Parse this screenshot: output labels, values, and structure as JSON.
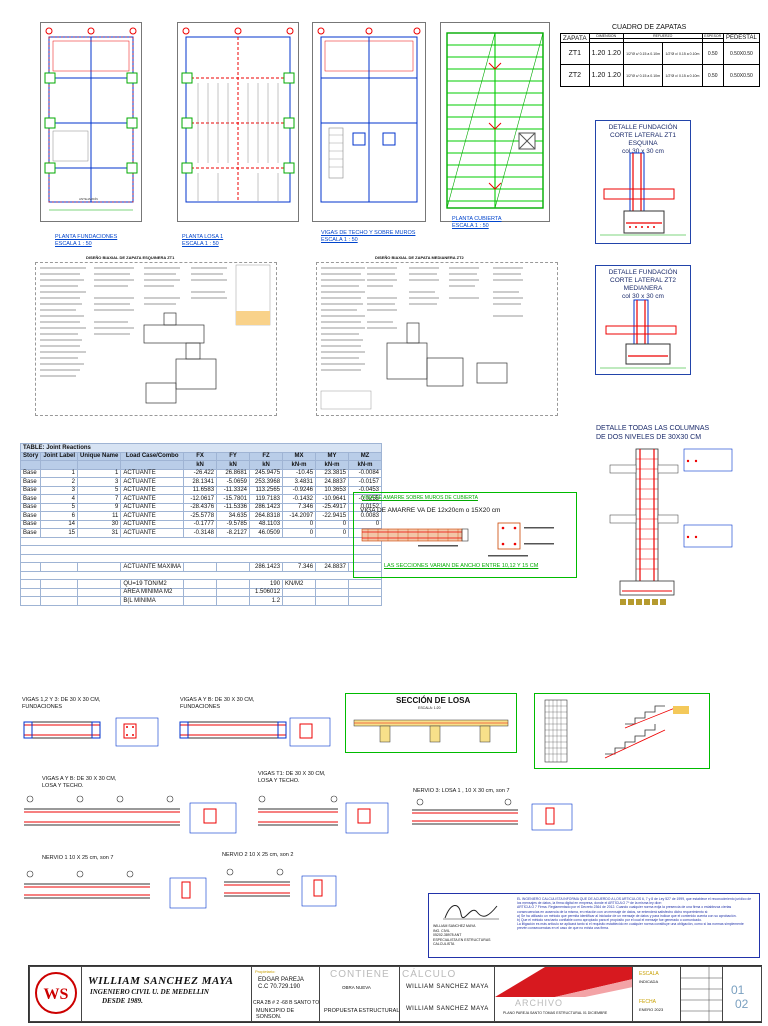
{
  "plans": {
    "fundaciones": {
      "title": "PLANTA FUNDACIONES",
      "scale": "ESCALA 1 : 50",
      "note": "ANTEJARDÍN"
    },
    "losa1": {
      "title": "PLANTA LOSA 1",
      "scale": "ESCALA 1 : 50"
    },
    "techo": {
      "title": "VIGAS DE TECHO Y SOBRE MUROS",
      "scale": "ESCALA 1 : 50"
    },
    "cubierta": {
      "title": "PLANTA  CUBIERTA",
      "scale": "ESCALA 1 : 50"
    }
  },
  "cuadro_zapatas": {
    "title": "CUADRO DE ZAPATAS",
    "headers": [
      "ZAPATA",
      "DIMENSION",
      "REFUERZO",
      "ESPESOR",
      "PEDESTAL"
    ],
    "rows": [
      {
        "zapata": "ZT1",
        "a": "1.20",
        "b": "1.20",
        "refuerzo1": "1/2\"Ø c/ 0.15 a 0.10m",
        "refuerzo2": "1/2\"Ø c/ 0.15 a 0.10m",
        "espesor": "0.50",
        "pedestal": "0.50X0.50"
      },
      {
        "zapata": "ZT2",
        "a": "1.20",
        "b": "1.20",
        "refuerzo1": "1/2\"Ø c/ 0.15 a 0.10m",
        "refuerzo2": "1/2\"Ø c/ 0.15 a 0.10m",
        "espesor": "0.50",
        "pedestal": "0.50X0.50"
      }
    ]
  },
  "detalles": {
    "zt1": {
      "line1": "DETALLE FUNDACIÓN",
      "line2": "CORTE LATERAL ZT1 ESQUINA",
      "line3": "col 30 x 30 cm"
    },
    "zt2": {
      "line1": "DETALLE FUNDACIÓN",
      "line2": "CORTE LATERAL ZT2 MEDIANERA",
      "line3": "col 30 x 30 cm"
    },
    "columnas": {
      "line1": "DETALLE TODAS LAS COLUMNAS",
      "line2": "DE DOS NIVELES DE 30X30 CM"
    }
  },
  "calc_sheets": {
    "zt1": {
      "title": "DISEÑO BIAXIAL DE ZAPATA ESQUINERA  ZT1"
    },
    "zt2": {
      "title": "DISEÑO BIAXIAL DE ZAPATA MEDIANERA  ZT2"
    }
  },
  "joint_reactions": {
    "title": "TABLE:  Joint Reactions",
    "headers": [
      "Story",
      "Joint Label",
      "Unique Name",
      "Load Case/Combo",
      "FX",
      "FY",
      "FZ",
      "MX",
      "MY",
      "MZ"
    ],
    "units": [
      "",
      "",
      "",
      "",
      "kN",
      "kN",
      "kN",
      "kN-m",
      "kN-m",
      "kN-m"
    ],
    "rows": [
      [
        "Base",
        "1",
        "1",
        "ACTUANTE",
        "-26.422",
        "26.8681",
        "245.9475",
        "-10.45",
        "23.3815",
        "-0.0084"
      ],
      [
        "Base",
        "2",
        "3",
        "ACTUANTE",
        "28.1341",
        "-5.0659",
        "253.3968",
        "3.4831",
        "24.8837",
        "-0.0157"
      ],
      [
        "Base",
        "3",
        "5",
        "ACTUANTE",
        "11.6583",
        "-11.3324",
        "113.2565",
        "-0.9246",
        "10.3653",
        "-0.0453"
      ],
      [
        "Base",
        "4",
        "7",
        "ACTUANTE",
        "-12.0617",
        "-15.7801",
        "119.7183",
        "-0.1432",
        "-10.9641",
        "-0.0255"
      ],
      [
        "Base",
        "5",
        "9",
        "ACTUANTE",
        "-28.4376",
        "-11.5336",
        "286.1423",
        "7.346",
        "-25.4917",
        "0.0152"
      ],
      [
        "Base",
        "6",
        "11",
        "ACTUANTE",
        "-25.5778",
        "34.635",
        "264.8318",
        "-14.2097",
        "-22.9415",
        "0.0083"
      ],
      [
        "Base",
        "14",
        "30",
        "ACTUANTE",
        "-0.1777",
        "-9.5785",
        "48.1103",
        "0",
        "0",
        "0"
      ],
      [
        "Base",
        "15",
        "31",
        "ACTUANTE",
        "-0.3148",
        "-8.2127",
        "46.0509",
        "0",
        "0",
        "0"
      ]
    ],
    "summary": {
      "maxima_label": "ACTUANTE MAXIMA",
      "maxima_fz": "286.1423",
      "maxima_mx": "7.346",
      "maxima_my": "24.8837",
      "qu_label": "QU=19 TON/M2",
      "qu_value": "190",
      "qu_unit": "KN/M2",
      "area_label": "AREA MINIMA M2",
      "area_value": "1.506012",
      "b_label": "B(L MINIMA",
      "b_value": "1.2"
    }
  },
  "viga_amarre": {
    "header": "VIGA DE AMARRE SOBRE MUROS DE CUBIERTA",
    "title": "VIGA DE AMARRE VA DE 12x20cm o 15X20 cm",
    "footer": "LAS SECCIONES VARIAN DE ANCHO ENTRE 10,12 Y 15 CM"
  },
  "vigas": {
    "v123": {
      "line1": "VIGAS 1,2 Y 3: DE 30 X 30 CM,",
      "line2": "FUNDACIONES"
    },
    "vab_fund": {
      "line1": "VIGAS A Y B: DE 30 X 30 CM,",
      "line2": "FUNDACIONES"
    },
    "vab_losa": {
      "line1": "VIGAS A Y B: DE 30 X 30 CM,",
      "line2": "LOSA Y TECHO."
    },
    "vt1": {
      "line1": "VIGAS T1: DE 30 X 30 CM,",
      "line2": "LOSA Y TECHO."
    },
    "nervio3": {
      "line1": "NERVIO 3: LOSA 1 , 10 X 30 cm, son 7"
    },
    "nervio1": {
      "line1": "NERVIO 1 10 X 25 cm, son 7"
    },
    "nervio2": {
      "line1": "NERVIO 2 10 X 25 cm, son 2"
    }
  },
  "seccion_losa": {
    "title": "SECCIÓN DE LOSA",
    "scale": "ESCALA: 1:20"
  },
  "note_box": {
    "p1": "EL INGENIERO CALCULISTA INFORMA QUE DE ACUERDO A LOS ARTICULOS 6, 7 y 8 de Ley 527 de 1999, que establece el reconocimiento jurídico de los mensajes de datos, la firma digital en empresa, donde el ARTÍCULO 7º de la misma ley dice:",
    "p2": "ARTÍCULO 7 Firma. Reglamentado por el Decreto 2364 de 2012. Cuando cualquier norma exija la presencia de una firma o establezca ciertas consecuencias en ausencia de la misma, en relación con un mensaje de datos, se entenderá satisfecho dicho requerimiento si:",
    "p3": "a) Se ha utilizado un método que permita identificar al iniciador de un mensaje de datos y para indicar que el contenido cuenta con su aprobación.",
    "p4": "b) Que el método sea tanto confiable como apropiado para el propósito por el cual el mensaje fue generado o comunicado.",
    "p5": "La litigación es más artículo se aplicará tanto si el requisito establecido en cualquier norma constituye una obligación, como si las normas simplemente prevén consecuencias en el caso de que no exista una firma.",
    "sig_name": "WILLIAM SANCHEZ MAYA",
    "sig_role": "ING. CIVIL",
    "sig_lic": "05202-38978 ANT",
    "sig_spec": "ESPECIALISTA EN ESTRUCTURAS",
    "sig_cal": "CALCULISTA"
  },
  "title_block": {
    "company_name": "WILLIAM SANCHEZ MAYA",
    "company_sub": "INGENIERO CIVIL U. DE MEDELLIN",
    "company_since": "DESDE 1989.",
    "logo_letters": "WS",
    "propietario_label": "Propietario:",
    "owner_name": "EDGAR PAREJA",
    "owner_cc": "C.C 70.729.190",
    "address": "CRA 2B # 2 -68 B SANTO TOMAS",
    "municipio": "MUNICIPIO DE SONSON.",
    "contiene_label": "CONTIENE",
    "obra": "OBRA NUEVA",
    "propuesta": "PROPUESTA ESTRUCTURAL",
    "calculo_label": "CÁLCULO",
    "calc_name": "WILLIAM SANCHEZ MAYA",
    "dibujo_name": "WILLIAM SANCHEZ MAYA",
    "archivo_label": "ARCHIVO",
    "archivo_text": "PLANO PAREJA SANTO TOMAS ESTRUCTURAL 01 DICIEMBRE",
    "escala_label": "ESCALA",
    "escala_val": "INDICADA",
    "fecha_label": "FECHA",
    "fecha_val": "ENERO 2023",
    "sheet": "01",
    "sheet_total": "02"
  }
}
